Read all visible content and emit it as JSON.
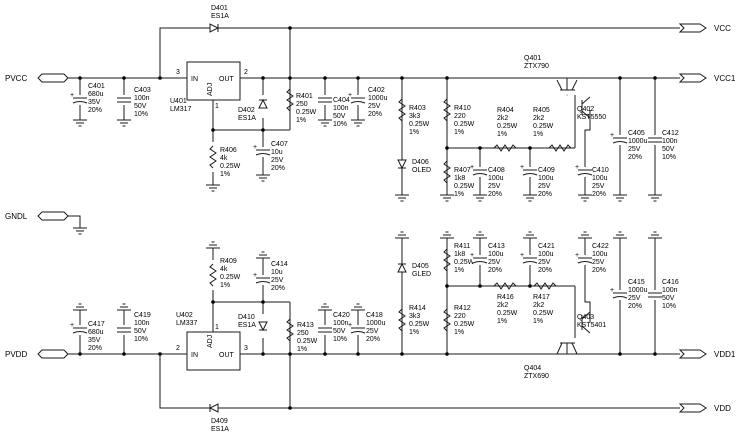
{
  "nets": {
    "pvcc": "PVCC",
    "vcc": "VCC",
    "vcc1": "VCC1",
    "gndl": "GNDL",
    "pvdd": "PVDD",
    "vdd": "VDD",
    "vdd1": "VDD1"
  },
  "regulators": [
    {
      "ref": "U401",
      "part": "LM317",
      "in": "IN",
      "out": "OUT",
      "adj": "ADJ",
      "pin_in": "3",
      "pin_out": "2",
      "pin_adj": "1"
    },
    {
      "ref": "U402",
      "part": "LM337",
      "in": "IN",
      "out": "OUT",
      "adj": "ADJ",
      "pin_in": "2",
      "pin_out": "3",
      "pin_adj": "1"
    }
  ],
  "diodes": {
    "d401": [
      "D401",
      "ES1A"
    ],
    "d402": [
      "D402",
      "ES1A"
    ],
    "d409": [
      "D409",
      "ES1A"
    ],
    "d410": [
      "D410",
      "ES1A"
    ],
    "d406": [
      "D406",
      "OLED"
    ],
    "d405": [
      "D405",
      "GLED"
    ]
  },
  "transistors": {
    "q401": [
      "Q401",
      "ZTX790"
    ],
    "q402": [
      "Q402",
      "KST5550"
    ],
    "q403": [
      "Q403",
      "KST5401"
    ],
    "q404": [
      "Q404",
      "ZTX690"
    ]
  },
  "resistors": {
    "r401": [
      "R401",
      "250",
      "0.25W",
      "1%"
    ],
    "r403": [
      "R403",
      "3k3",
      "0.25W",
      "1%"
    ],
    "r404": [
      "R404",
      "2k2",
      "0.25W",
      "1%"
    ],
    "r405": [
      "R405",
      "2k2",
      "0.25W",
      "1%"
    ],
    "r406": [
      "R406",
      "4k",
      "0.25W",
      "1%"
    ],
    "r407": [
      "R407",
      "1k8",
      "0.25W",
      "1%"
    ],
    "r409": [
      "R409",
      "4k",
      "0.25W",
      "1%"
    ],
    "r410": [
      "R410",
      "220",
      "0.25W",
      "1%"
    ],
    "r411": [
      "R411",
      "1k8",
      "0.25W",
      "1%"
    ],
    "r412": [
      "R412",
      "220",
      "0.25W",
      "1%"
    ],
    "r413": [
      "R413",
      "250",
      "0.25W",
      "1%"
    ],
    "r414": [
      "R414",
      "3k3",
      "0.25W",
      "1%"
    ],
    "r416": [
      "R416",
      "2k2",
      "0.25W",
      "1%"
    ],
    "r417": [
      "R417",
      "2k2",
      "0.25W",
      "1%"
    ]
  },
  "capacitors": {
    "c401": [
      "C401",
      "680u",
      "35V",
      "20%"
    ],
    "c403": [
      "C403",
      "100n",
      "50V",
      "10%"
    ],
    "c404": [
      "C404",
      "100n",
      "50V",
      "10%"
    ],
    "c402": [
      "C402",
      "1000u",
      "25V",
      "20%"
    ],
    "c407": [
      "C407",
      "10u",
      "25V",
      "20%"
    ],
    "c408": [
      "C408",
      "100u",
      "25V",
      "20%"
    ],
    "c409": [
      "C409",
      "100u",
      "25V",
      "20%"
    ],
    "c410": [
      "C410",
      "100u",
      "25V",
      "20%"
    ],
    "c405": [
      "C405",
      "1000u",
      "25V",
      "20%"
    ],
    "c412": [
      "C412",
      "100n",
      "50V",
      "10%"
    ],
    "c414": [
      "C414",
      "10u",
      "25V",
      "20%"
    ],
    "c413": [
      "C413",
      "100u",
      "25V",
      "20%"
    ],
    "c421": [
      "C421",
      "100u",
      "25V",
      "20%"
    ],
    "c422": [
      "C422",
      "100u",
      "25V",
      "20%"
    ],
    "c417": [
      "C417",
      "680u",
      "35V",
      "20%"
    ],
    "c419": [
      "C419",
      "100n",
      "50V",
      "10%"
    ],
    "c420": [
      "C420",
      "100n",
      "50V",
      "10%"
    ],
    "c418": [
      "C418",
      "1000u",
      "25V",
      "20%"
    ],
    "c415": [
      "C415",
      "1000u",
      "25V",
      "20%"
    ],
    "c416": [
      "C416",
      "100n",
      "50V",
      "10%"
    ]
  }
}
